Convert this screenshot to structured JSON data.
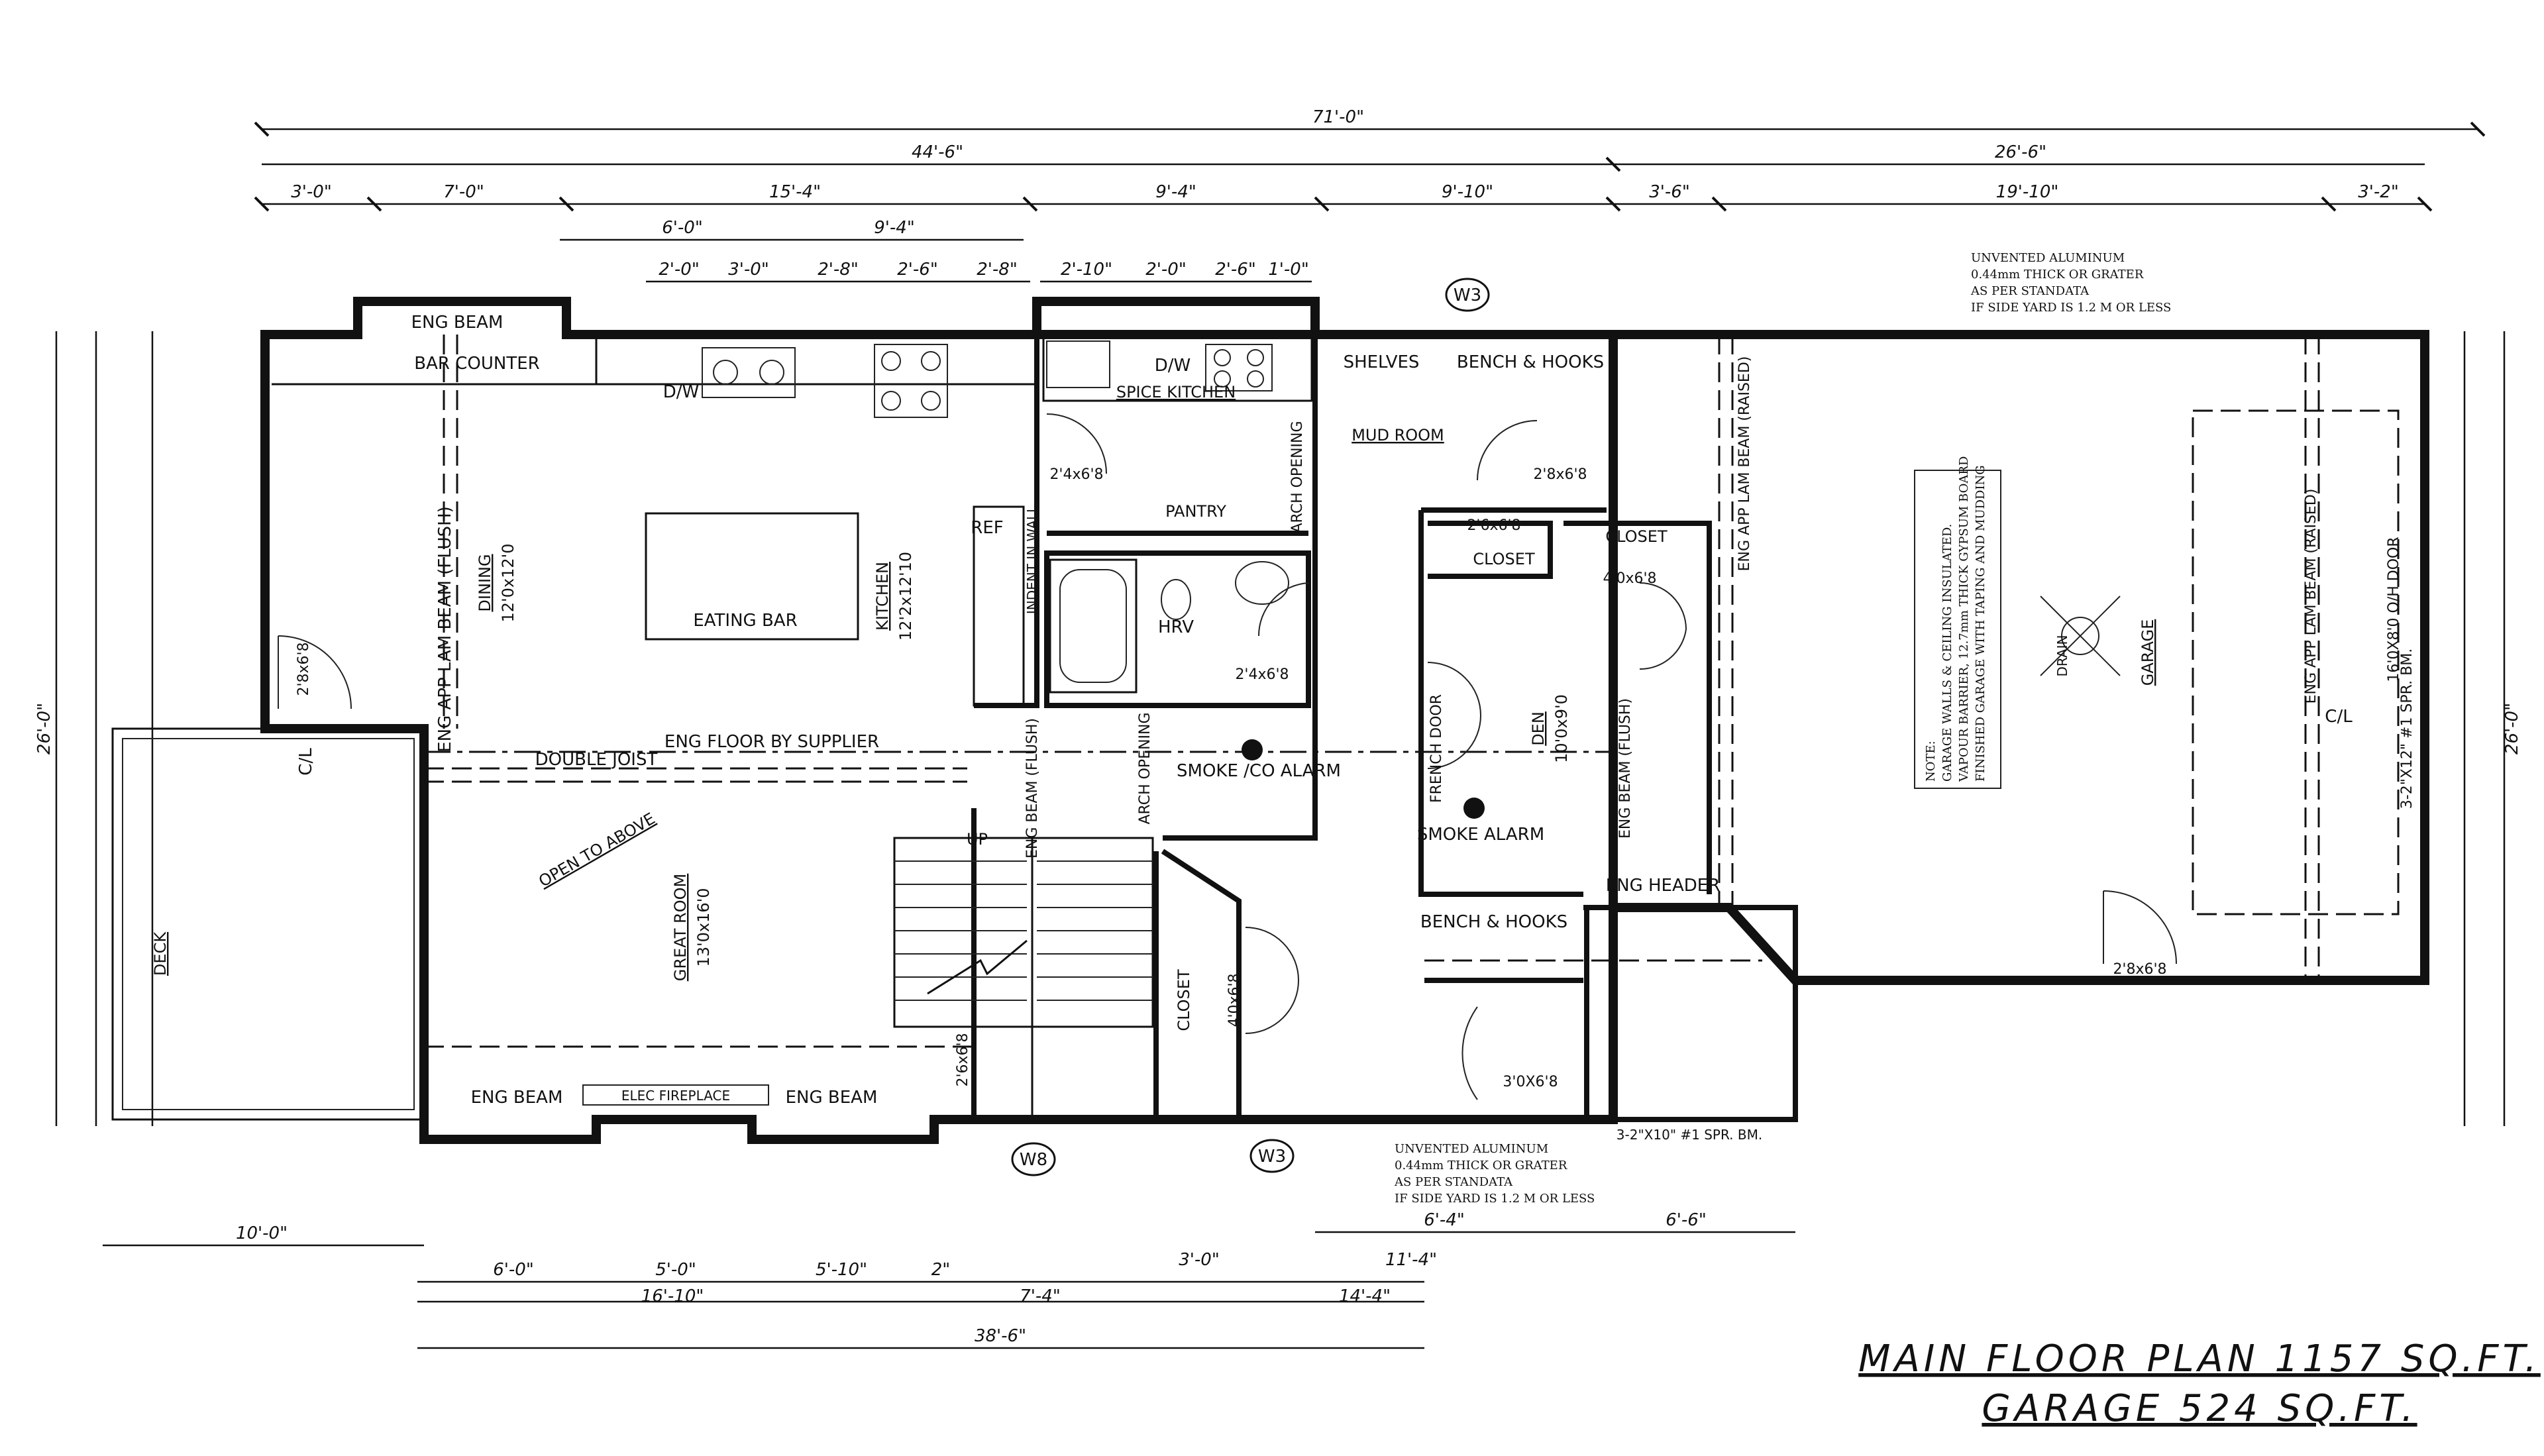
{
  "overall": {
    "total_width": "71'-0\"",
    "house_width": "44'-6\"",
    "garage_width": "26'-6\"",
    "depth_left": "26'-0\"",
    "depth_right": "26'-0\""
  },
  "top_dims": [
    "3'-0\"",
    "7'-0\"",
    "15'-4\"",
    "9'-4\"",
    "9'-10\"",
    "3'-6\"",
    "19'-10\"",
    "3'-2\""
  ],
  "upper_dims": [
    "6'-0\"",
    "9'-4\""
  ],
  "kitchen_dims": [
    "2'-0\"",
    "3'-0\"",
    "2'-8\"",
    "2'-6\"",
    "2'-8\""
  ],
  "spice_dims": [
    "2'-10\"",
    "2'-0\"",
    "2'-6\"",
    "1'-0\""
  ],
  "bottom_dims": {
    "row1": [
      "6'-0\"",
      "5'-0\"",
      "5'-10\"",
      "2\"",
      "3'-0\"",
      "11'-4\""
    ],
    "row2": [
      "16'-10\"",
      "7'-4\"",
      "14'-4\""
    ],
    "row3": [
      "38'-6\""
    ],
    "deck": "10'-0\"",
    "den_bottom": [
      "6'-4\"",
      "6'-6\""
    ]
  },
  "rooms": {
    "dining": {
      "name": "DINING",
      "size": "12'0x12'0"
    },
    "kitchen": {
      "name": "KITCHEN",
      "size": "12'2x12'10"
    },
    "great_room": {
      "name": "GREAT ROOM",
      "size": "13'0x16'0"
    },
    "den": {
      "name": "DEN",
      "size": "10'0x9'0"
    },
    "spice_kitchen": "SPICE KITCHEN",
    "mud_room": "MUD ROOM",
    "pantry": "PANTRY",
    "garage": "GARAGE",
    "deck": "DECK",
    "closet": "CLOSET"
  },
  "labels": {
    "eng_beam": "ENG BEAM",
    "bar_counter": "BAR COUNTER",
    "dw": "D/W",
    "eating_bar": "EATING BAR",
    "eng_floor": "ENG FLOOR BY SUPPLIER",
    "double_joist": "DOUBLE JOIST",
    "open_to_above": "OPEN TO ABOVE",
    "elec_fireplace": "ELEC FIREPLACE",
    "smoke_co": "SMOKE /CO ALARM",
    "smoke_alarm": "SMOKE ALARM",
    "bench_hooks": "BENCH & HOOKS",
    "shelves": "SHELVES",
    "arch_opening": "ARCH OPENING",
    "hrv": "HRV",
    "ref": "REF",
    "indent_wall": "INDENT IN WALL",
    "french_door": "FRENCH DOOR",
    "eng_header": "ENG HEADER",
    "lam_beam_flush": "ENG APP LAM BEAM (FLUSH)",
    "lam_beam_raised": "ENG APP LAM BEAM (RAISED)",
    "eng_beam_flush": "ENG BEAM (FLUSH)",
    "drain": "DRAIN",
    "oh_door": "16'0X8'0 O/H DOOR",
    "spr_bm": "3-2\"X12\" #1 SPR. BM.",
    "spr_bm_bottom": "3-2\"X10\" #1 SPR. BM.",
    "cl": "C/L",
    "w3": "W3",
    "w8": "W8",
    "up": "UP"
  },
  "doors": [
    "2'8x6'8",
    "2'4x6'8",
    "2'6x6'8",
    "2'4x6'8",
    "4'0x6'8",
    "2'8x6'8",
    "2'6x6'8",
    "4'0x6'8",
    "3'0X6'8",
    "2'8x6'8"
  ],
  "notes": {
    "aluminum_top": [
      "UNVENTED ALUMINUM",
      "0.44mm THICK OR GRATER",
      "AS PER STANDATA",
      "IF SIDE YARD IS 1.2 M OR LESS"
    ],
    "aluminum_bottom": [
      "UNVENTED ALUMINUM",
      "0.44mm THICK OR GRATER",
      "AS PER STANDATA",
      "IF SIDE YARD IS 1.2 M OR LESS"
    ],
    "garage_note": [
      "NOTE:",
      "GARAGE WALLS & CEILING INSULATED.",
      "VAPOUR BARRIER, 12.7mm THICK GYPSUM BOARD",
      "FINISHED GARAGE WITH TAPING AND MUDDING"
    ]
  },
  "title": {
    "line1": "MAIN FLOOR PLAN 1157 SQ.FT.",
    "line2": "GARAGE 524  SQ.FT."
  }
}
